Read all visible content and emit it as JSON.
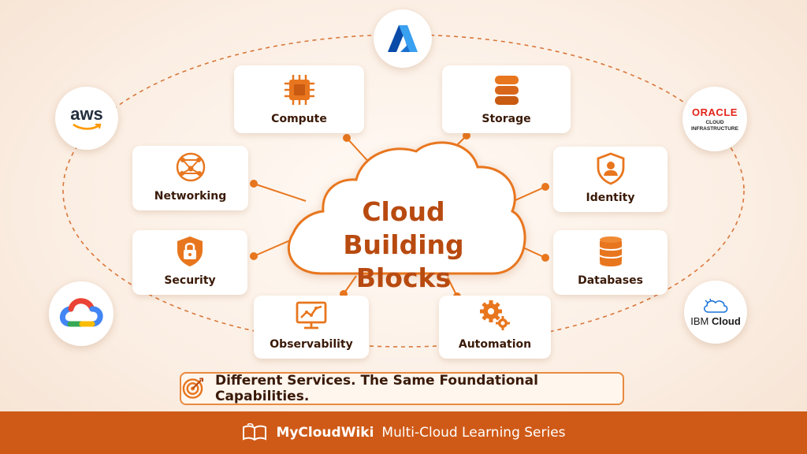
{
  "center": {
    "line1": "Cloud",
    "line2": "Building Blocks"
  },
  "blocks": [
    {
      "label": "Compute",
      "icon": "cpu-chip-icon"
    },
    {
      "label": "Storage",
      "icon": "storage-stack-icon"
    },
    {
      "label": "Networking",
      "icon": "network-globe-icon"
    },
    {
      "label": "Identity",
      "icon": "identity-shield-icon"
    },
    {
      "label": "Security",
      "icon": "security-lock-shield-icon"
    },
    {
      "label": "Databases",
      "icon": "database-icon"
    },
    {
      "label": "Observability",
      "icon": "monitor-chart-icon"
    },
    {
      "label": "Automation",
      "icon": "gears-icon"
    }
  ],
  "providers": {
    "azure": {
      "icon": "azure-logo-icon"
    },
    "aws": {
      "text": "aws",
      "icon": "aws-logo-icon"
    },
    "oracle": {
      "line1": "ORACLE",
      "line2": "CLOUD",
      "line3": "INFRASTRUCTURE"
    },
    "gcp": {
      "icon": "google-cloud-logo-icon"
    },
    "ibm": {
      "prefix": "IBM",
      "suffix": "Cloud"
    }
  },
  "tagline": {
    "text": "Different Services. The Same Foundational Capabilities.",
    "icon": "target-icon"
  },
  "footer": {
    "brand": "MyCloudWiki",
    "series": "Multi-Cloud Learning Series",
    "icon": "open-book-icon"
  },
  "colors": {
    "accent": "#e8761e",
    "dark_accent": "#b84a10",
    "footer": "#cf5a17",
    "text": "#3a1a08"
  }
}
